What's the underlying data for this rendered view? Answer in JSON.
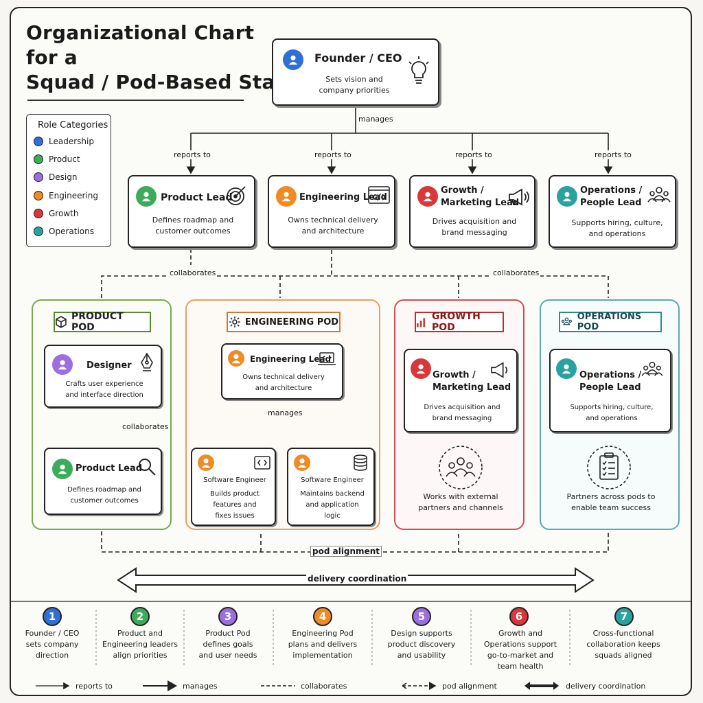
{
  "title": {
    "line1": "Organizational Chart",
    "line2": "for a",
    "line3": "Squad / Pod-Based Startup"
  },
  "legend": {
    "title": "Role Categories",
    "items": [
      {
        "label": "Leadership",
        "color": "#2f6fd6"
      },
      {
        "label": "Product",
        "color": "#3cab5a"
      },
      {
        "label": "Design",
        "color": "#9b6fe0"
      },
      {
        "label": "Engineering",
        "color": "#f08a24"
      },
      {
        "label": "Growth",
        "color": "#d9383a"
      },
      {
        "label": "Operations",
        "color": "#2aa3a0"
      }
    ]
  },
  "ceo": {
    "title": "Founder / CEO",
    "desc1": "Sets vision and",
    "desc2": "company priorities",
    "icon": "lightbulb-icon"
  },
  "edges": {
    "manages": "manages",
    "reports_to": "reports to",
    "collaborates": "collaborates",
    "pod_alignment": "pod alignment",
    "delivery_coordination": "delivery coordination"
  },
  "leads": [
    {
      "title": "Product Lead",
      "desc1": "Defines roadmap and",
      "desc2": "customer outcomes",
      "color": "#3cab5a",
      "icon": "target-icon"
    },
    {
      "title": "Engineering Lead",
      "desc1": "Owns technical delivery",
      "desc2": "and architecture",
      "color": "#f08a24",
      "icon": "code-window-icon"
    },
    {
      "title": "Growth /",
      "title2": "Marketing Lead",
      "desc1": "Drives acquisition and",
      "desc2": "brand messaging",
      "color": "#d9383a",
      "icon": "megaphone-icon"
    },
    {
      "title": "Operations /",
      "title2": "People Lead",
      "desc1": "Supports hiring, culture,",
      "desc2": "and operations",
      "color": "#2aa3a0",
      "icon": "people-icon"
    }
  ],
  "pods": {
    "product": {
      "label": "PRODUCT POD",
      "color": "#6a9a3a",
      "designer": {
        "title": "Designer",
        "desc1": "Crafts user experience",
        "desc2": "and interface direction"
      },
      "lead": {
        "title": "Product Lead",
        "desc1": "Defines roadmap and",
        "desc2": "customer outcomes"
      }
    },
    "engineering": {
      "label": "ENGINEERING POD",
      "color": "#e08a3a",
      "lead": {
        "title": "Engineering Lead",
        "desc1": "Owns technical delivery",
        "desc2": "and architecture"
      },
      "eng1": {
        "title": "Software Engineer",
        "desc1": "Builds product",
        "desc2": "features and",
        "desc3": "fixes issues"
      },
      "eng2": {
        "title": "Software Engineer",
        "desc1": "Maintains backend",
        "desc2": "and application",
        "desc3": "logic"
      }
    },
    "growth": {
      "label": "GROWTH POD",
      "color": "#c94040",
      "lead": {
        "title": "Growth /",
        "title2": "Marketing Lead",
        "desc1": "Drives acquisition and",
        "desc2": "brand messaging"
      },
      "note1": "Works with external",
      "note2": "partners and channels"
    },
    "operations": {
      "label": "OPERATIONS POD",
      "color": "#3a9aa0",
      "lead": {
        "title": "Operations /",
        "title2": "People Lead",
        "desc1": "Supports hiring, culture,",
        "desc2": "and operations"
      },
      "note1": "Partners across pods to",
      "note2": "enable team success"
    }
  },
  "steps": [
    {
      "n": "1",
      "color": "#2f6fd6",
      "l1": "Founder / CEO",
      "l2": "sets company",
      "l3": "direction"
    },
    {
      "n": "2",
      "color": "#3cab5a",
      "l1": "Product and",
      "l2": "Engineering leaders",
      "l3": "align priorities"
    },
    {
      "n": "3",
      "color": "#9b6fe0",
      "l1": "Product Pod",
      "l2": "defines goals",
      "l3": "and user needs"
    },
    {
      "n": "4",
      "color": "#f08a24",
      "l1": "Engineering Pod",
      "l2": "plans and delivers",
      "l3": "implementation"
    },
    {
      "n": "5",
      "color": "#9b6fe0",
      "l1": "Design supports",
      "l2": "product discovery",
      "l3": "and usability"
    },
    {
      "n": "6",
      "color": "#d9383a",
      "l1": "Growth and",
      "l2": "Operations support",
      "l3": "go-to-market and",
      "l4": "team health"
    },
    {
      "n": "7",
      "color": "#2aa3a0",
      "l1": "Cross-functional",
      "l2": "collaboration keeps",
      "l3": "squads aligned"
    }
  ],
  "key": {
    "reports_to": "reports to",
    "manages": "manages",
    "collaborates": "collaborates",
    "pod_alignment": "pod alignment",
    "delivery_coordination": "delivery coordination"
  }
}
